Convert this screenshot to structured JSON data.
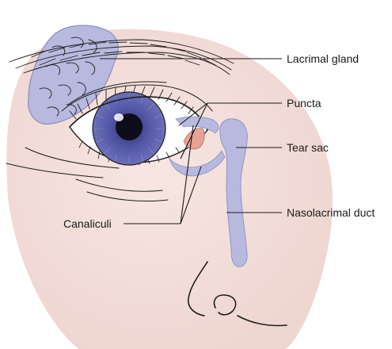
{
  "labels": {
    "lacrimal_gland": "Lacrimal gland",
    "puncta": "Puncta",
    "tear_sac": "Tear sac",
    "nasolacrimal_duct": "Nasolacrimal duct",
    "canaliculi": "Canaliculi"
  },
  "colors": {
    "skin": "#f3e0dc",
    "lacrimal_system": "#b8b9df",
    "iris": "#4c4f9c",
    "pupil": "#0d0d1c",
    "caruncle": "#e8a296",
    "outline": "#1f1f1f"
  }
}
